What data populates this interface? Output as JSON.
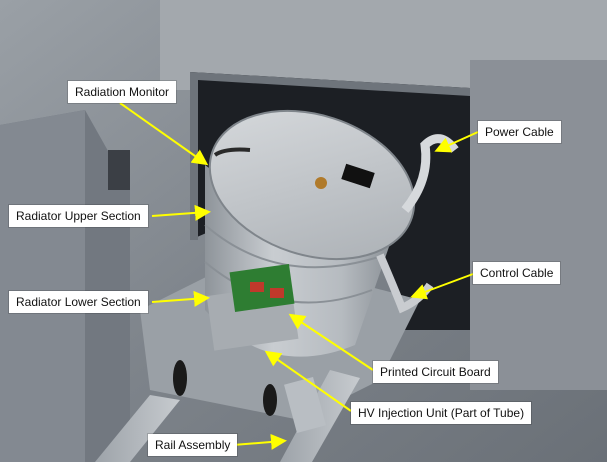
{
  "labels": {
    "radiation_monitor": "Radiation Monitor",
    "power_cable": "Power Cable",
    "radiator_upper_section": "Radiator Upper Section",
    "control_cable": "Control Cable",
    "radiator_lower_section": "Radiator Lower Section",
    "printed_circuit_board": "Printed Circuit Board",
    "hv_injection_unit": "HV Injection Unit (Part of Tube)",
    "rail_assembly": "Rail Assembly"
  },
  "plate_text": "",
  "colors": {
    "arrow": "#ffff00",
    "label_bg": "#ffffff",
    "metal_light": "#c4c8cc",
    "metal_dark": "#7d8289",
    "cabinet": "#8a8f96",
    "opening": "#1c1f24"
  }
}
